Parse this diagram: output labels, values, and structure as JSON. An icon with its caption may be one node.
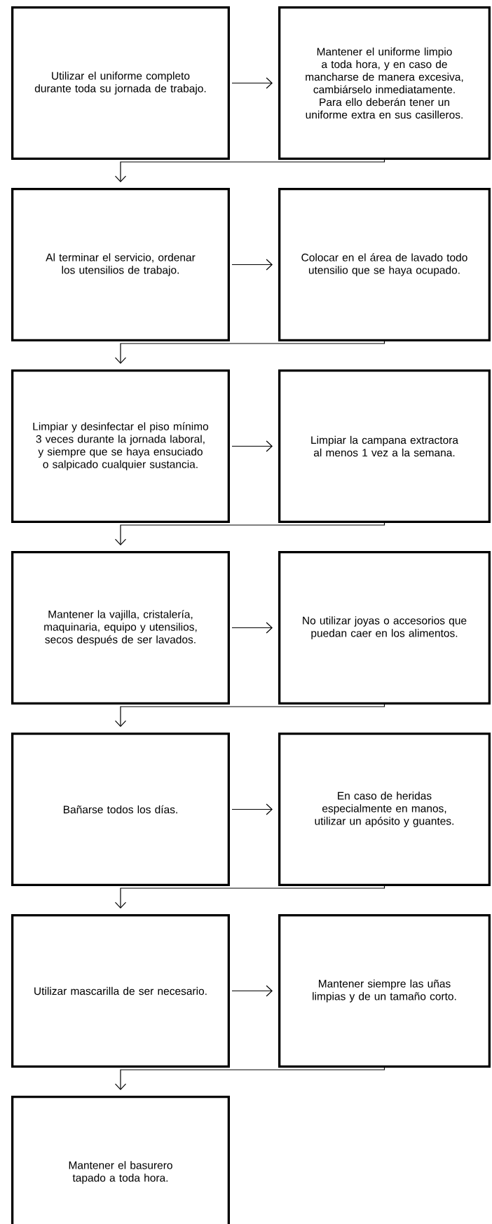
{
  "diagram": {
    "nodes": [
      {
        "text": [
          "Utilizar el uniforme completo durante toda su jornada de trabajo."
        ]
      },
      {
        "text": [
          "Mantener el uniforme limpio a toda hora, y en caso de mancharse de manera excesiva, cambiárselo inmediatamente. Para ello deberán tener un uniforme extra en sus casilleros."
        ]
      },
      {
        "text": [
          "Al terminar el servicio, ordenar los utensilios de trabajo."
        ]
      },
      {
        "text": [
          "Colocar en el área de lavado todo utensilio que se haya ocupado."
        ]
      },
      {
        "text": [
          "Limpiar y desinfectar el piso mínimo 3 veces durante la jornada laboral, y siempre que se haya ensuciado o salpicado cualquier sustancia."
        ]
      },
      {
        "text": [
          "Limpiar la campana extractora al menos 1 vez a la semana."
        ]
      },
      {
        "text": [
          "Mantener la vajilla, cristalería, maquinaria, equipo y utensilios, secos después de ser lavados."
        ]
      },
      {
        "text": [
          "No utilizar joyas o accesorios que puedan caer en los alimentos."
        ]
      },
      {
        "text": [
          "Bañarse todos los días."
        ]
      },
      {
        "text": [
          "En caso de heridas especialmente en manos, utilizar un apósito y guantes."
        ]
      },
      {
        "text": [
          "Utilizar mascarilla de ser necesario."
        ]
      },
      {
        "text": [
          "Mantener siempre las uñas limpias y de un tamaño corto."
        ]
      },
      {
        "text": [
          "Mantener el basurero tapado a toda hora."
        ]
      }
    ],
    "edges": [
      {
        "from": 0,
        "to": 1,
        "arrow": "to"
      },
      {
        "from": 1,
        "to": 2,
        "arrow": "to"
      },
      {
        "from": 2,
        "to": 3,
        "arrow": "to"
      },
      {
        "from": 3,
        "to": 4,
        "arrow": "to"
      },
      {
        "from": 4,
        "to": 5,
        "arrow": "to"
      },
      {
        "from": 5,
        "to": 6,
        "arrow": "to"
      },
      {
        "from": 6,
        "to": 7,
        "arrow": "to"
      },
      {
        "from": 7,
        "to": 8,
        "arrow": "to"
      },
      {
        "from": 8,
        "to": 9,
        "arrow": "to"
      },
      {
        "from": 9,
        "to": 10,
        "arrow": "to"
      },
      {
        "from": 10,
        "to": 11,
        "arrow": "to"
      },
      {
        "from": 11,
        "to": 12,
        "arrow": "to"
      }
    ]
  }
}
